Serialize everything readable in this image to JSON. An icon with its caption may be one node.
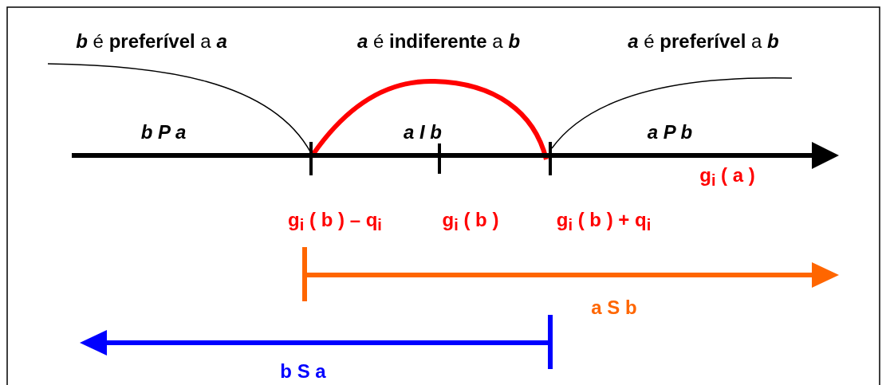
{
  "diagram": {
    "labels": [
      "**b** é **preferível** a **a**",
      "**a** é **indiferente** a **b**",
      "**a** é **preferível** a **b**",
      "b P a",
      "a I b",
      "a P b",
      "g$_{i}$ ( a )",
      "g$_{i}$ ( b ) – q$_{i}$",
      "g$_{i}$ ( b )",
      "g$_{i}$ ( b ) + q$_{i}$",
      "a S b",
      "b S a"
    ]
  }
}
